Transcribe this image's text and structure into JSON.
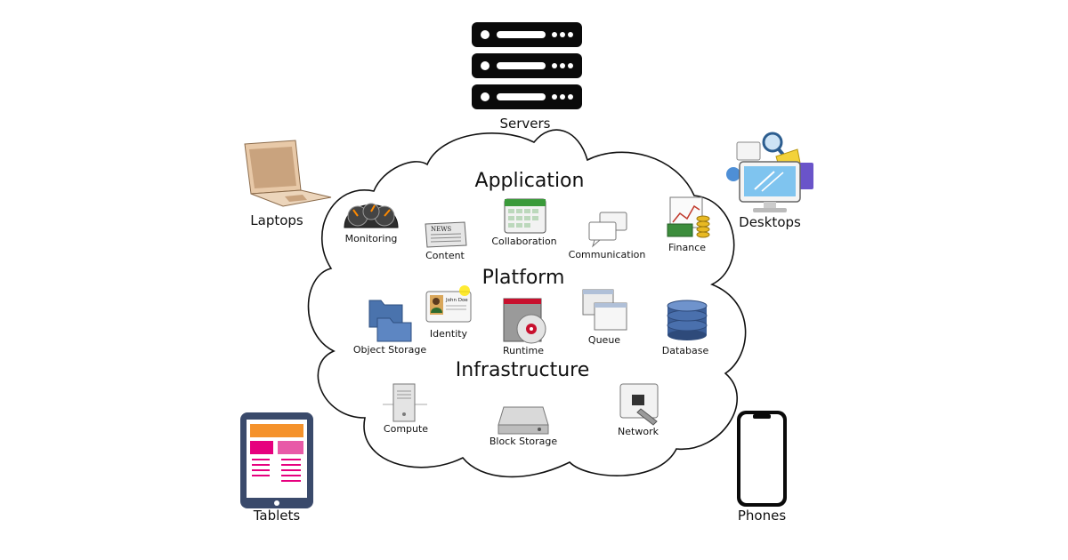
{
  "devices": {
    "servers": "Servers",
    "laptops": "Laptops",
    "desktops": "Desktops",
    "tablets": "Tablets",
    "phones": "Phones"
  },
  "cloud": {
    "layers": {
      "application": "Application",
      "platform": "Platform",
      "infrastructure": "Infrastructure"
    },
    "services": {
      "monitoring": "Monitoring",
      "content": "Content",
      "collaboration": "Collaboration",
      "communication": "Communication",
      "finance": "Finance",
      "object_storage": "Object Storage",
      "identity": "Identity",
      "runtime": "Runtime",
      "queue": "Queue",
      "database": "Database",
      "compute": "Compute",
      "block_storage": "Block Storage",
      "network": "Network"
    },
    "badge_text": {
      "news": "NEWS",
      "id_name": "John Doe"
    }
  },
  "colors": {
    "server": "#0a0a0a",
    "laptop": "#e8c9a8",
    "tablet_frame": "#3a4a6b",
    "tablet_orange": "#f5922b",
    "tablet_magenta": "#e6007e",
    "tablet_pink": "#e85aa8",
    "database": "#3c5f99",
    "folder": "#5d86c2",
    "runtime_red": "#c8102e"
  }
}
